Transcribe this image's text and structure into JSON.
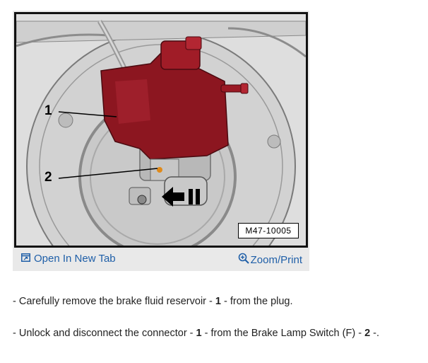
{
  "figure": {
    "callouts": {
      "c1": "1",
      "c2": "2"
    },
    "figure_id": "M47-10005"
  },
  "links": {
    "open_new_tab": "Open In New Tab",
    "zoom_print": "Zoom/Print"
  },
  "icons": {
    "open_new_tab": "open-new-tab-icon",
    "zoom": "magnifier-plus-icon"
  },
  "instructions": [
    {
      "pre": "-  Carefully remove the brake fluid reservoir - ",
      "b1": "1",
      "mid": " - from the plug.",
      "b2": "",
      "post": ""
    },
    {
      "pre": "-  Unlock and disconnect the connector - ",
      "b1": "1",
      "mid": " - from the Brake Lamp Switch (F) - ",
      "b2": "2",
      "post": " -."
    }
  ],
  "colors": {
    "link": "#1f5fa8",
    "reservoir": "#8c1620",
    "panel_bg": "#e9e9e9"
  }
}
